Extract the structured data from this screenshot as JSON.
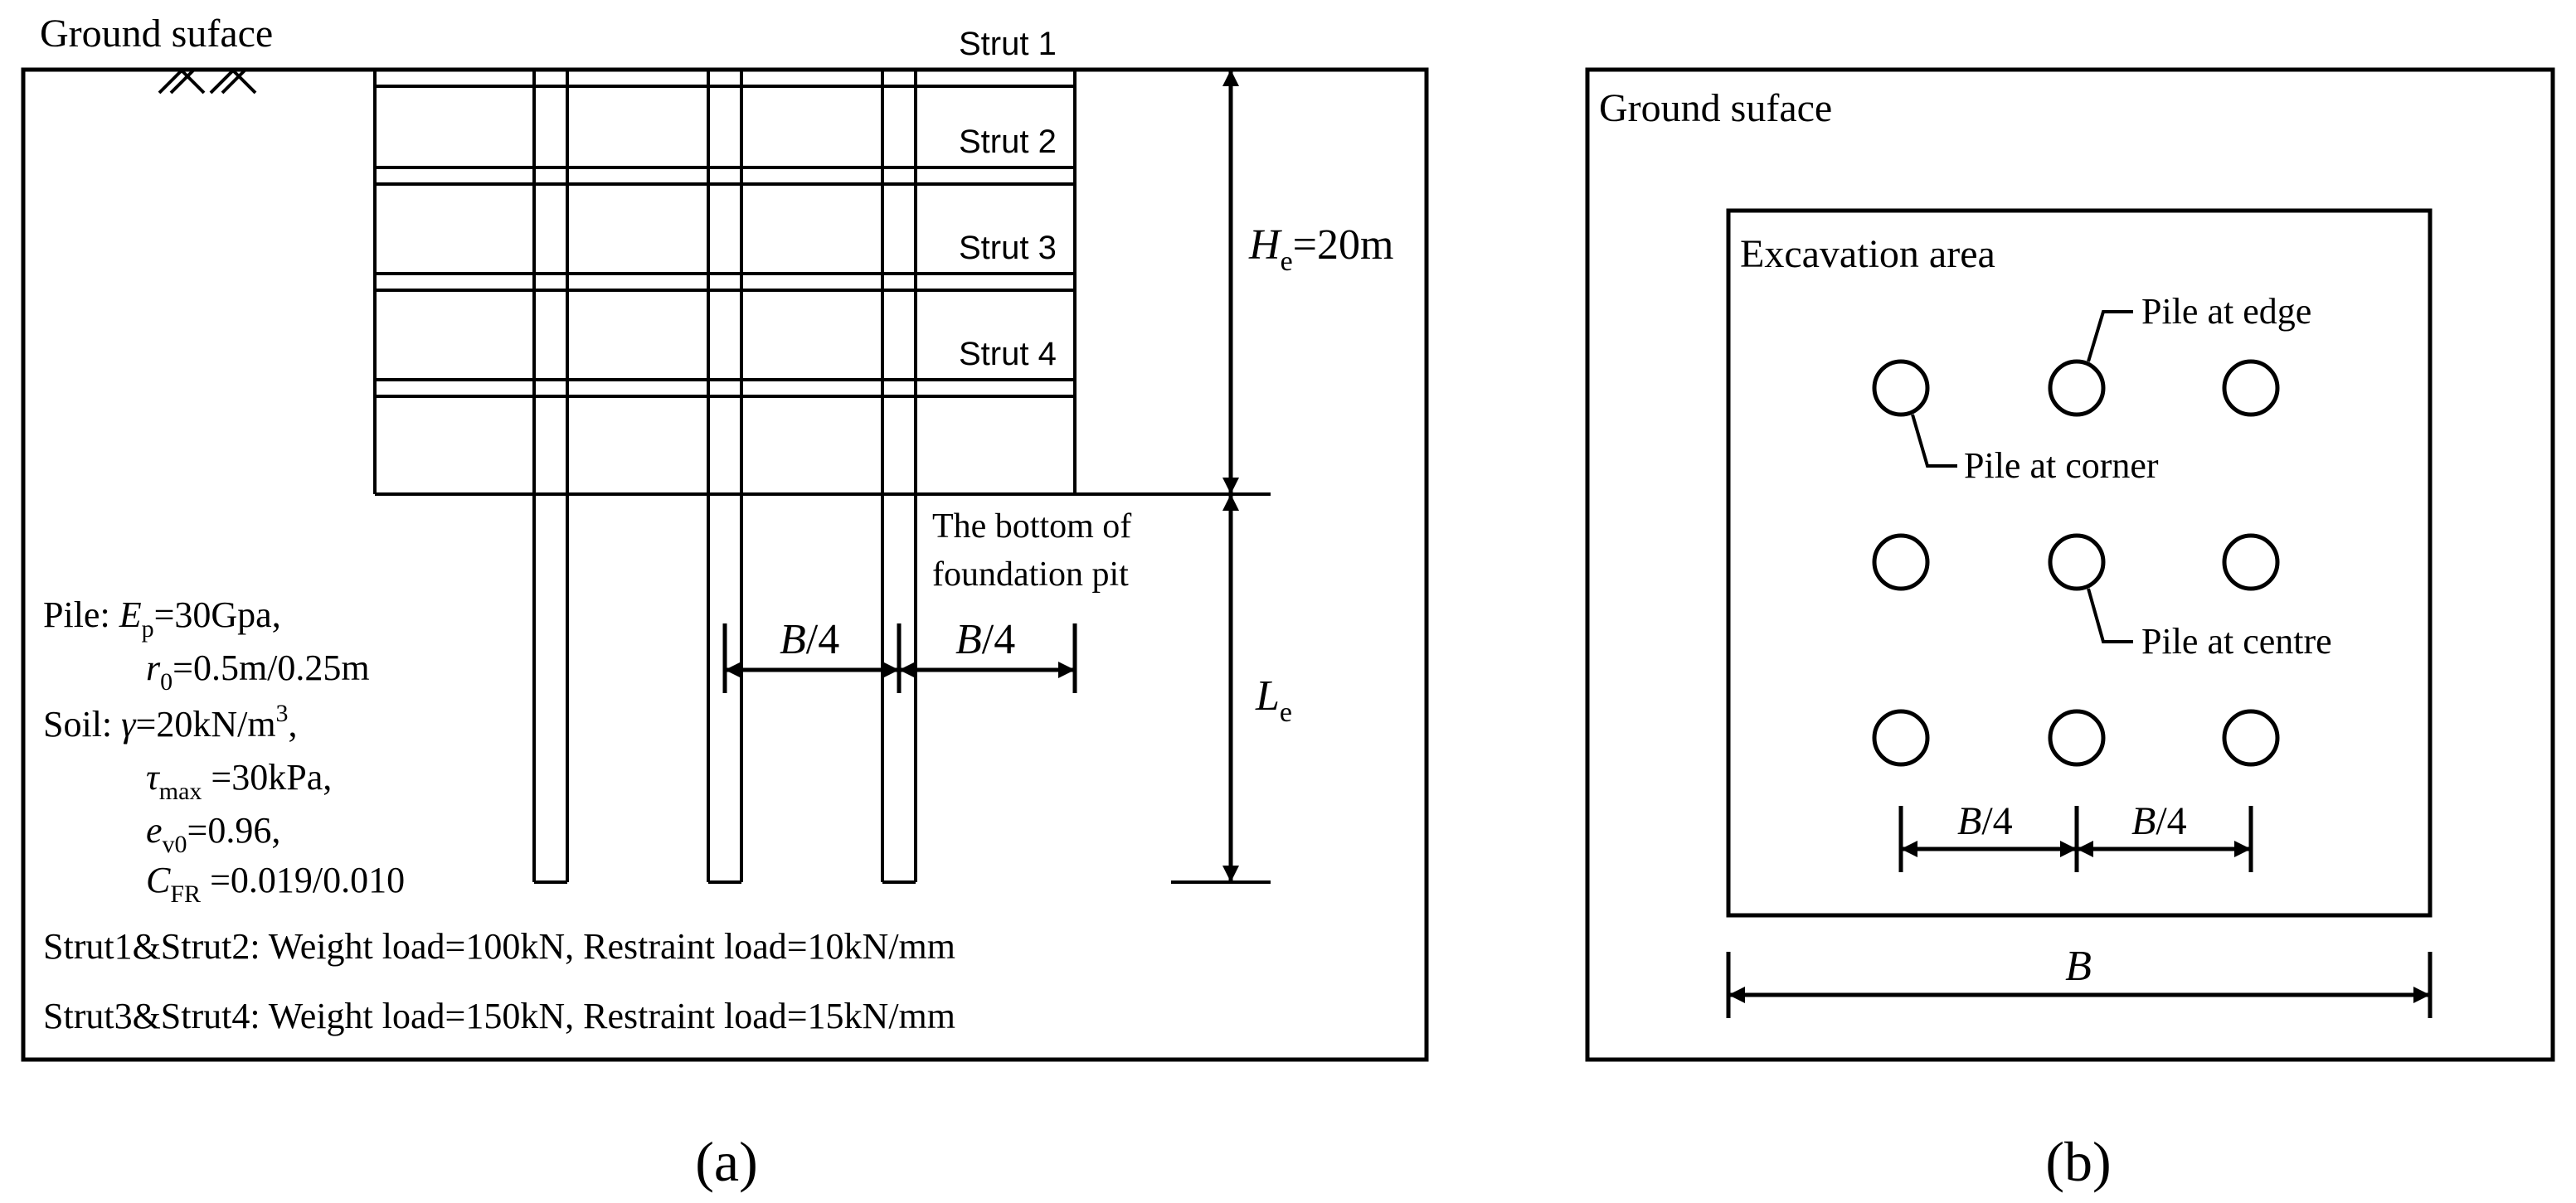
{
  "panel_a": {
    "ground_surface": "Ground suface",
    "struts": [
      "Strut 1",
      "Strut 2",
      "Strut 3",
      "Strut 4"
    ],
    "he_label": {
      "italic": "H",
      "sub": "e",
      "rest": "=20m"
    },
    "le_label": {
      "italic": "L",
      "sub": "e"
    },
    "bottom_line1": "The bottom of",
    "bottom_line2": "foundation pit",
    "spacing_label": {
      "italic": "B",
      "rest": "/4"
    },
    "pile_props": {
      "prefix": "Pile: ",
      "ep": {
        "italic": "E",
        "sub": "p",
        "rest": "=30Gpa,"
      },
      "r0": {
        "italic": "r",
        "sub": "0",
        "rest": "=0.5m/0.25m"
      }
    },
    "soil_props": {
      "prefix": "Soil: ",
      "gamma": {
        "symbol": "γ",
        "rest": "=20kN/m",
        "sup": "3",
        "tail": ","
      },
      "tau": {
        "symbol": "τ",
        "sub": "max",
        "rest": " =30kPa,"
      },
      "ev0": {
        "italic": "e",
        "sub": "v0",
        "rest": "=0.96,"
      },
      "cfr": {
        "italic": "C",
        "sub": "FR",
        "rest": " =0.019/0.010"
      }
    },
    "load_line1": "Strut1&Strut2: Weight load=100kN, Restraint load=10kN/mm",
    "load_line2": "Strut3&Strut4: Weight load=150kN, Restraint load=15kN/mm",
    "caption": "(a)"
  },
  "panel_b": {
    "ground_surface": "Ground suface",
    "excavation_area": "Excavation area",
    "pile_edge": "Pile at edge",
    "pile_corner": "Pile at corner",
    "pile_centre": "Pile at centre",
    "spacing_label": {
      "italic": "B",
      "rest": "/4"
    },
    "width_label": "B",
    "caption": "(b)"
  }
}
